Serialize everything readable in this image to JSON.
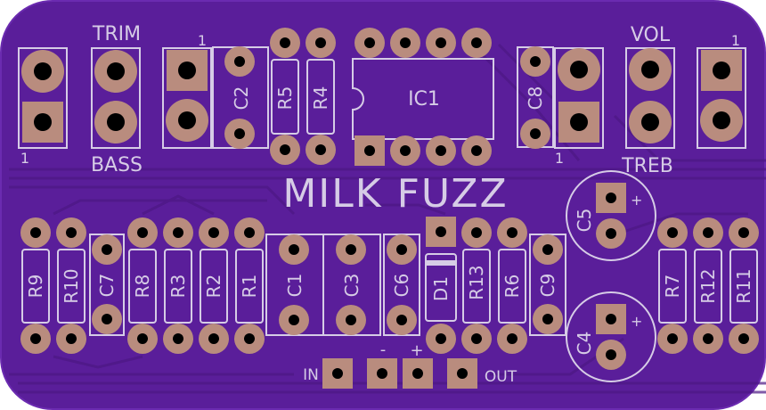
{
  "board": {
    "title": "MILK FUZZ",
    "colors": {
      "substrate": "#5a1e9a",
      "trace": "#55218f",
      "silkscreen": "#d6cce6",
      "pad": "#b98c7e",
      "hole": "#000000"
    }
  },
  "labels": {
    "trim": "TRIM",
    "bass": "BASS",
    "vol": "VOL",
    "treb": "TREB",
    "in": "IN",
    "out": "OUT",
    "minus": "-",
    "plus": "+",
    "pin1": "1"
  },
  "components": {
    "c1": "C1",
    "c2": "C2",
    "c3": "C3",
    "c4": "C4",
    "c5": "C5",
    "c6": "C6",
    "c7": "C7",
    "c8": "C8",
    "c9": "C9",
    "r1": "R1",
    "r2": "R2",
    "r3": "R3",
    "r4": "R4",
    "r5": "R5",
    "r6": "R6",
    "r7": "R7",
    "r8": "R8",
    "r9": "R9",
    "r10": "R10",
    "r11": "R11",
    "r12": "R12",
    "r13": "R13",
    "d1": "D1",
    "ic1": "IC1"
  }
}
